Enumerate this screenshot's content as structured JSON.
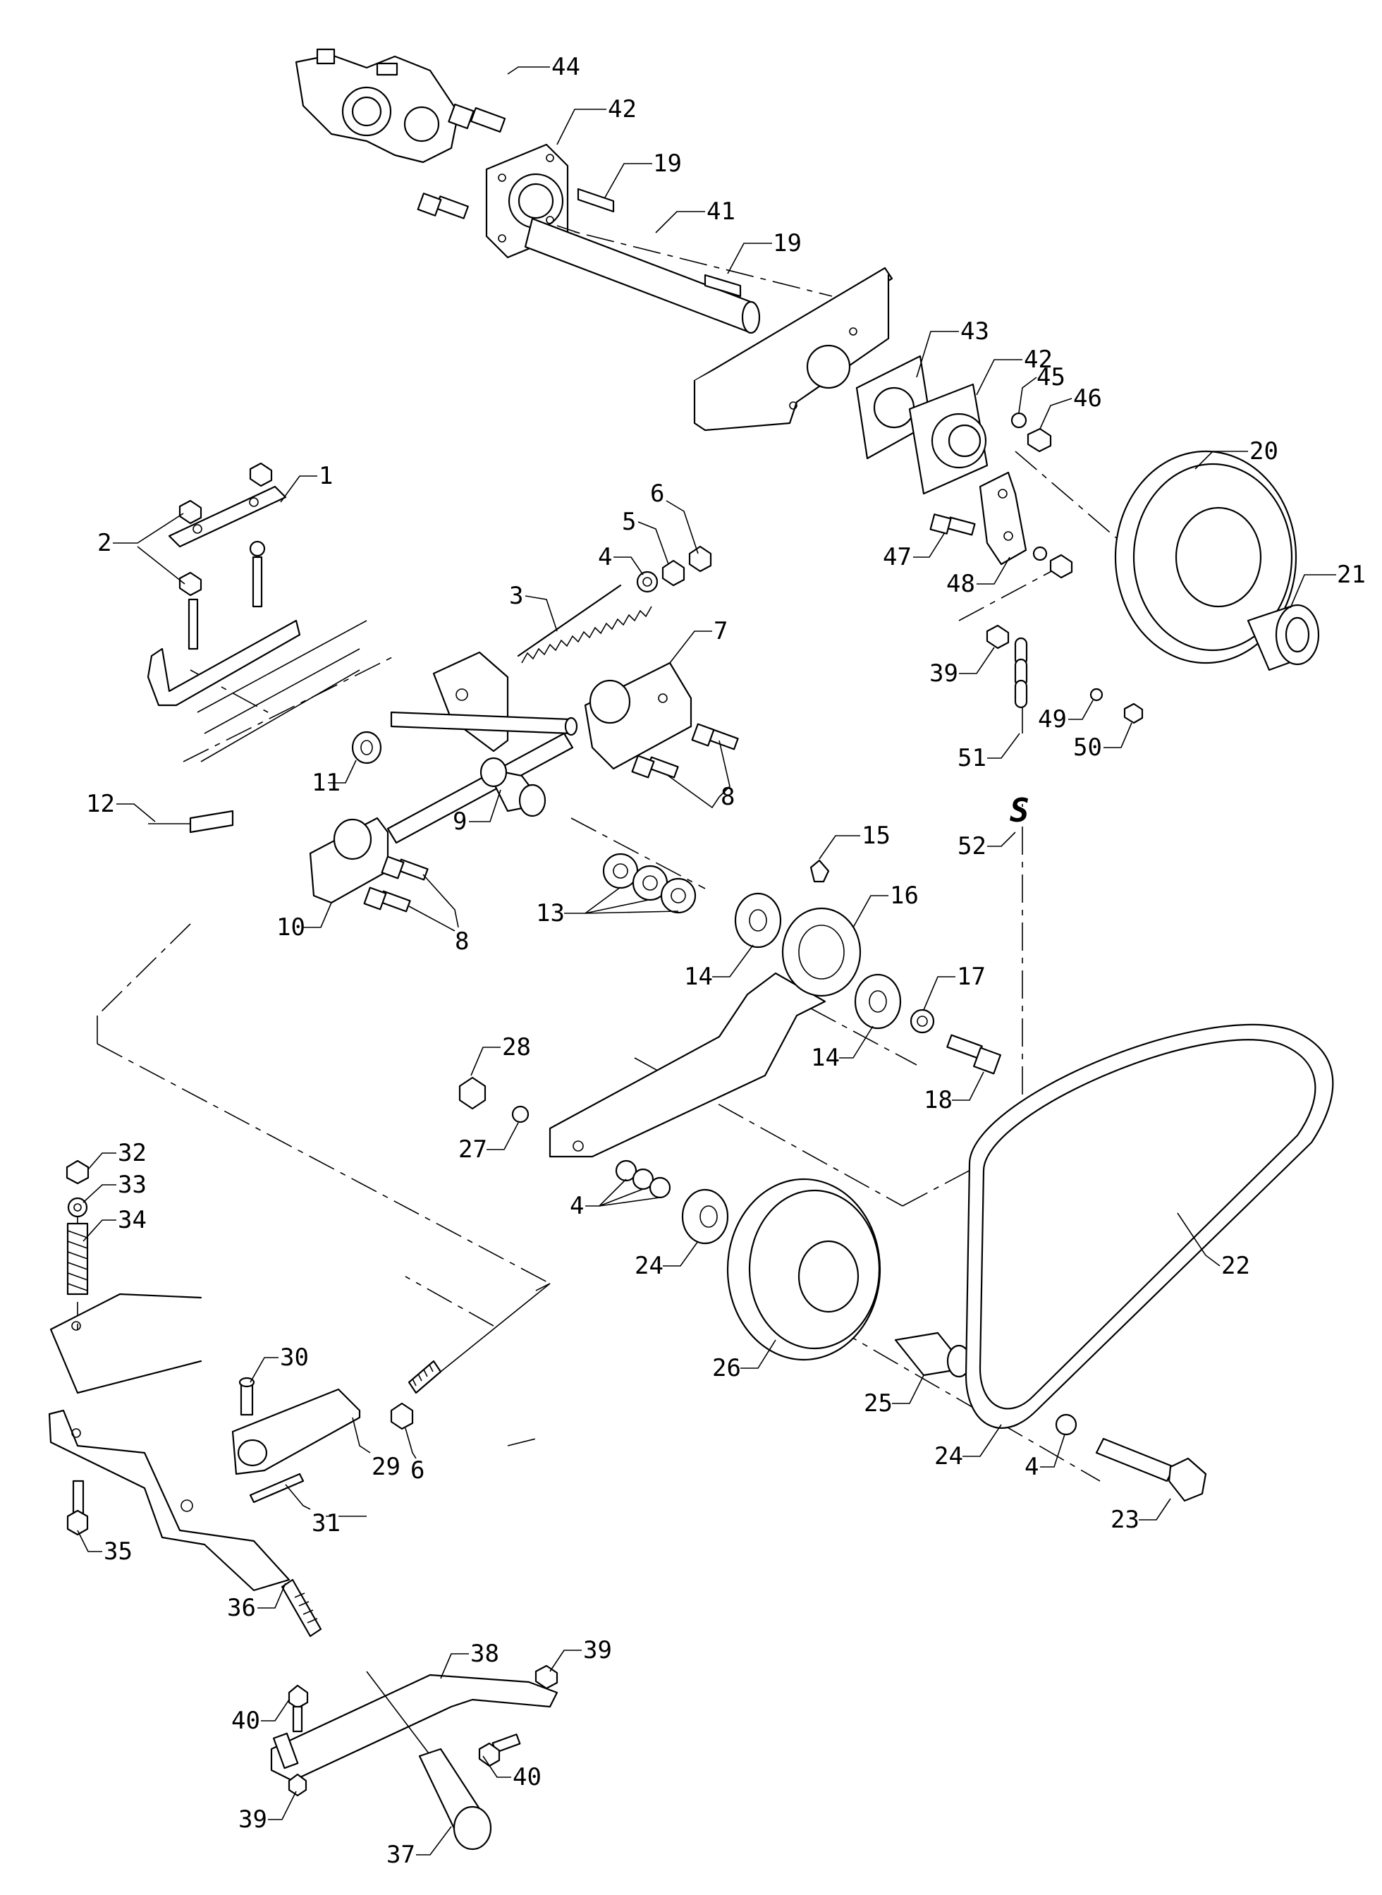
{
  "diagram": {
    "callouts": [
      {
        "id": "c44",
        "text": "44"
      },
      {
        "id": "c42a",
        "text": "42"
      },
      {
        "id": "c19a",
        "text": "19"
      },
      {
        "id": "c41",
        "text": "41"
      },
      {
        "id": "c19b",
        "text": "19"
      },
      {
        "id": "c43",
        "text": "43"
      },
      {
        "id": "c42b",
        "text": "42"
      },
      {
        "id": "c45",
        "text": "45"
      },
      {
        "id": "c46",
        "text": "46"
      },
      {
        "id": "c20",
        "text": "20"
      },
      {
        "id": "c21",
        "text": "21"
      },
      {
        "id": "c47",
        "text": "47"
      },
      {
        "id": "c48",
        "text": "48"
      },
      {
        "id": "c39a",
        "text": "39"
      },
      {
        "id": "c49",
        "text": "49"
      },
      {
        "id": "c50",
        "text": "50"
      },
      {
        "id": "c51",
        "text": "51"
      },
      {
        "id": "c52",
        "text": "52"
      },
      {
        "id": "c1",
        "text": "1"
      },
      {
        "id": "c2",
        "text": "2"
      },
      {
        "id": "c3",
        "text": "3"
      },
      {
        "id": "c4a",
        "text": "4"
      },
      {
        "id": "c5",
        "text": "5"
      },
      {
        "id": "c6a",
        "text": "6"
      },
      {
        "id": "c7",
        "text": "7"
      },
      {
        "id": "c8a",
        "text": "8"
      },
      {
        "id": "c9",
        "text": "9"
      },
      {
        "id": "c11",
        "text": "11"
      },
      {
        "id": "c12",
        "text": "12"
      },
      {
        "id": "c10",
        "text": "10"
      },
      {
        "id": "c8b",
        "text": "8"
      },
      {
        "id": "c13",
        "text": "13"
      },
      {
        "id": "c14a",
        "text": "14"
      },
      {
        "id": "c15",
        "text": "15"
      },
      {
        "id": "c16",
        "text": "16"
      },
      {
        "id": "c17",
        "text": "17"
      },
      {
        "id": "c14b",
        "text": "14"
      },
      {
        "id": "c18",
        "text": "18"
      },
      {
        "id": "c28",
        "text": "28"
      },
      {
        "id": "c27",
        "text": "27"
      },
      {
        "id": "c4b",
        "text": "4"
      },
      {
        "id": "c24a",
        "text": "24"
      },
      {
        "id": "c26",
        "text": "26"
      },
      {
        "id": "c22",
        "text": "22"
      },
      {
        "id": "c25",
        "text": "25"
      },
      {
        "id": "c24b",
        "text": "24"
      },
      {
        "id": "c4c",
        "text": "4"
      },
      {
        "id": "c23",
        "text": "23"
      },
      {
        "id": "c32",
        "text": "32"
      },
      {
        "id": "c33",
        "text": "33"
      },
      {
        "id": "c34",
        "text": "34"
      },
      {
        "id": "c30",
        "text": "30"
      },
      {
        "id": "c6b",
        "text": "6"
      },
      {
        "id": "c29",
        "text": "29"
      },
      {
        "id": "c31",
        "text": "31"
      },
      {
        "id": "c35",
        "text": "35"
      },
      {
        "id": "c36",
        "text": "36"
      },
      {
        "id": "c38",
        "text": "38"
      },
      {
        "id": "c39b",
        "text": "39"
      },
      {
        "id": "c40a",
        "text": "40"
      },
      {
        "id": "c40b",
        "text": "40"
      },
      {
        "id": "c39c",
        "text": "39"
      },
      {
        "id": "c37",
        "text": "37"
      }
    ],
    "s_hook_glyph": "S"
  }
}
